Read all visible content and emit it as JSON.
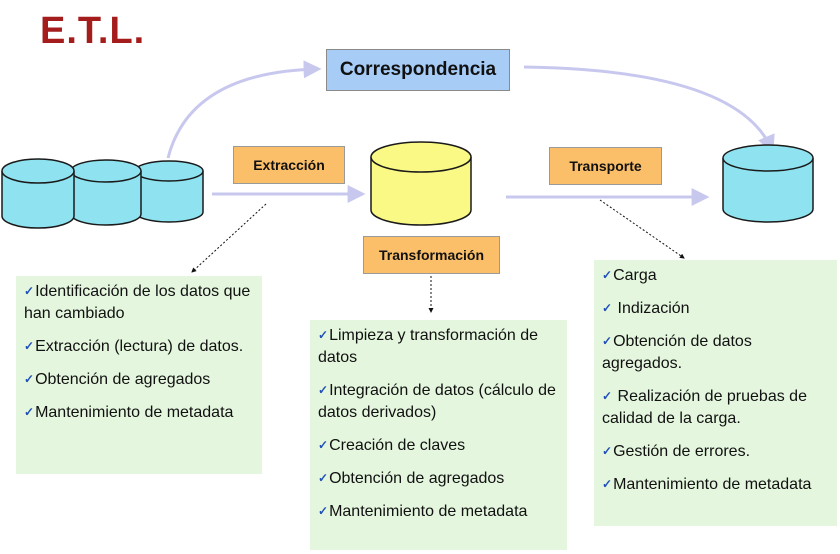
{
  "title": "E.T.L.",
  "correspondence": "Correspondencia",
  "stages": {
    "extraction": "Extracción",
    "transformation": "Transformación",
    "transport": "Transporte"
  },
  "lists": {
    "extraction": [
      "Identificación de los datos que han cambiado",
      "Extracción (lectura) de datos.",
      "Obtención de agregados",
      "Mantenimiento de metadata"
    ],
    "transformation": [
      "Limpieza y transformación de datos",
      "Integración de datos (cálculo de datos derivados)",
      "Creación de claves",
      "Obtención de agregados",
      "Mantenimiento de metadata"
    ],
    "transport": [
      "Carga",
      " Indización",
      "Obtención de datos agregados.",
      " Realización de pruebas de calidad de la carga.",
      "Gestión de errores.",
      "Mantenimiento de metadata"
    ]
  },
  "colors": {
    "title": "#a41c1c",
    "cylinder_cyan": "#8fe3f0",
    "cylinder_yellow": "#fbf985",
    "arrow": "#c8c8ef",
    "label_box": "#fbbf6a",
    "correspondence_box": "#a7cdf7",
    "panel": "#e4f6de",
    "check": "#1f4fb8"
  }
}
